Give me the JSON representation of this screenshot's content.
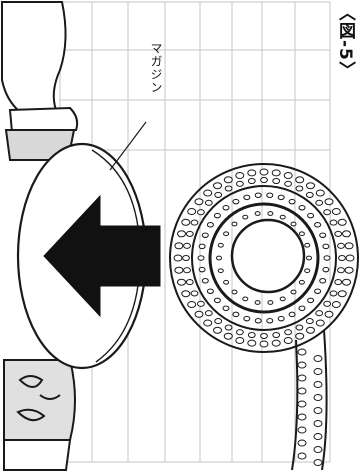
{
  "figure": {
    "label": "〈図-5〉"
  },
  "callout": {
    "magazine_label": "マガジン"
  },
  "colors": {
    "line": "#1a1a1a",
    "background_ink": "#9a9a9a",
    "paper": "#ffffff"
  },
  "icons": {
    "arrow": "insert-direction-arrow"
  }
}
